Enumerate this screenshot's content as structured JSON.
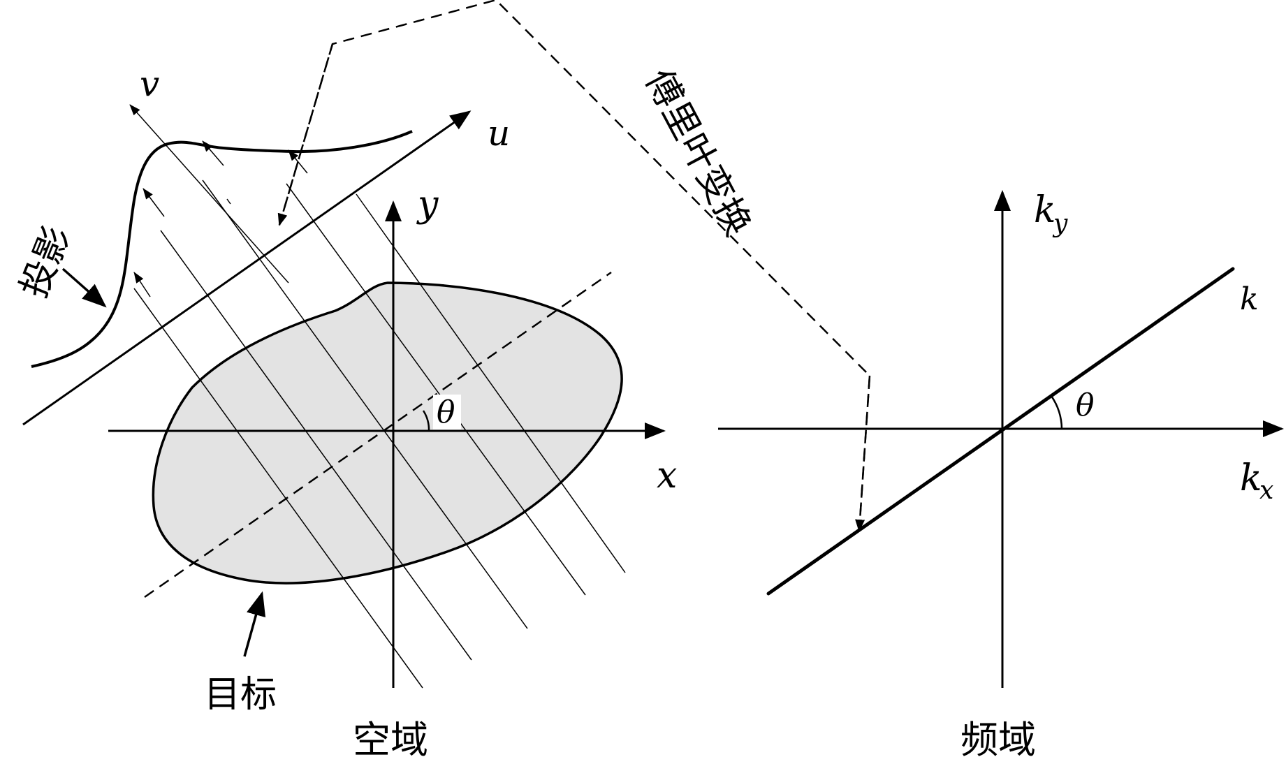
{
  "labels": {
    "v_axis": "v",
    "u_axis": "u",
    "y_axis": "y",
    "x_axis": "x",
    "theta_spatial": "θ",
    "projection": "投影",
    "target": "目标",
    "spatial_domain": "空域",
    "fourier_transform": "傅里叶变换",
    "ky_base": "k",
    "ky_sub": "y",
    "kx_base": "k",
    "kx_sub": "x",
    "k_line": "k",
    "theta_frequency": "θ",
    "frequency_domain": "频域"
  },
  "colors": {
    "object_fill": "#e3e3e3",
    "stroke": "#000000",
    "background": "#ffffff"
  }
}
